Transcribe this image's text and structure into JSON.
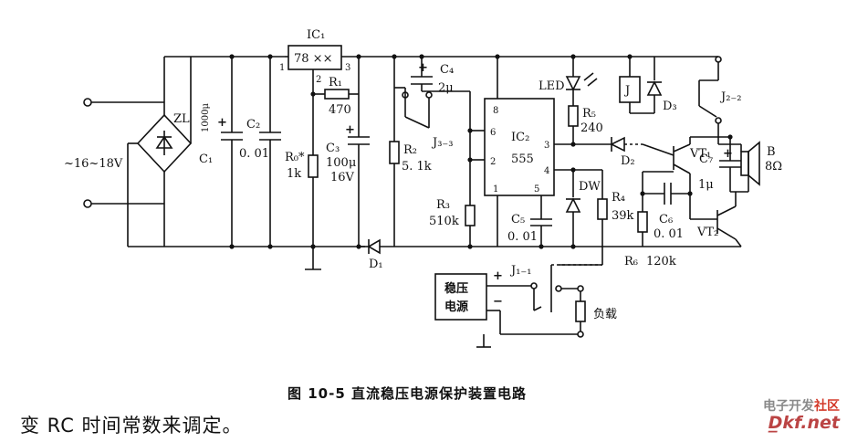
{
  "diagram": {
    "input_voltage": "~16~18V",
    "bridge": "ZL",
    "c1": {
      "name": "C₁",
      "value": "1000μ"
    },
    "c2": {
      "name": "C₂",
      "value": "0. 01"
    },
    "ic1": {
      "name": "IC₁",
      "type": "78 ××",
      "pin1": "1",
      "pin2": "2",
      "pin3": "3"
    },
    "r0": {
      "name": "R₀*",
      "value": "1k"
    },
    "r1": {
      "name": "R₁",
      "value": "470"
    },
    "c3": {
      "name": "C₃",
      "value": "100μ",
      "voltage": "16V"
    },
    "d1": "D₁",
    "r2": {
      "name": "R₂",
      "value": "5. 1k"
    },
    "c4": {
      "name": "C₄",
      "value": "2μ"
    },
    "j33": "J₃₋₃",
    "ic2": {
      "name": "IC₂",
      "type": "555",
      "pins": [
        "8",
        "6",
        "2",
        "1",
        "3",
        "4",
        "5"
      ]
    },
    "r3": {
      "name": "R₃",
      "value": "510k"
    },
    "c5": {
      "name": "C₅",
      "value": "0. 01"
    },
    "led": "LED",
    "r5": {
      "name": "R₅",
      "value": "240"
    },
    "relay": "J",
    "d3": "D₃",
    "d2": "D₂",
    "j22": "J₂₋₂",
    "vt1": "VT₁",
    "c7": {
      "name": "C₇",
      "value": "1μ"
    },
    "speaker": {
      "name": "B",
      "value": "8Ω"
    },
    "dw": "DW",
    "r4": {
      "name": "R₄",
      "value": "39k"
    },
    "c6": {
      "name": "C₆",
      "value": "0. 01"
    },
    "vt2": "VT₂",
    "r6": {
      "name": "R₆",
      "value": "120k"
    },
    "j11": "J₁₋₁",
    "psu": {
      "line1": "稳压",
      "line2": "电源",
      "plus": "+",
      "minus": "−"
    },
    "load": "负载"
  },
  "caption": "图 10-5   直流稳压电源保护装置电路",
  "body_text": "变 RC 时间常数来调定。",
  "watermark": {
    "line1_a": "电子开发",
    "line1_b": "社区",
    "line2": "D̲kf.net"
  }
}
